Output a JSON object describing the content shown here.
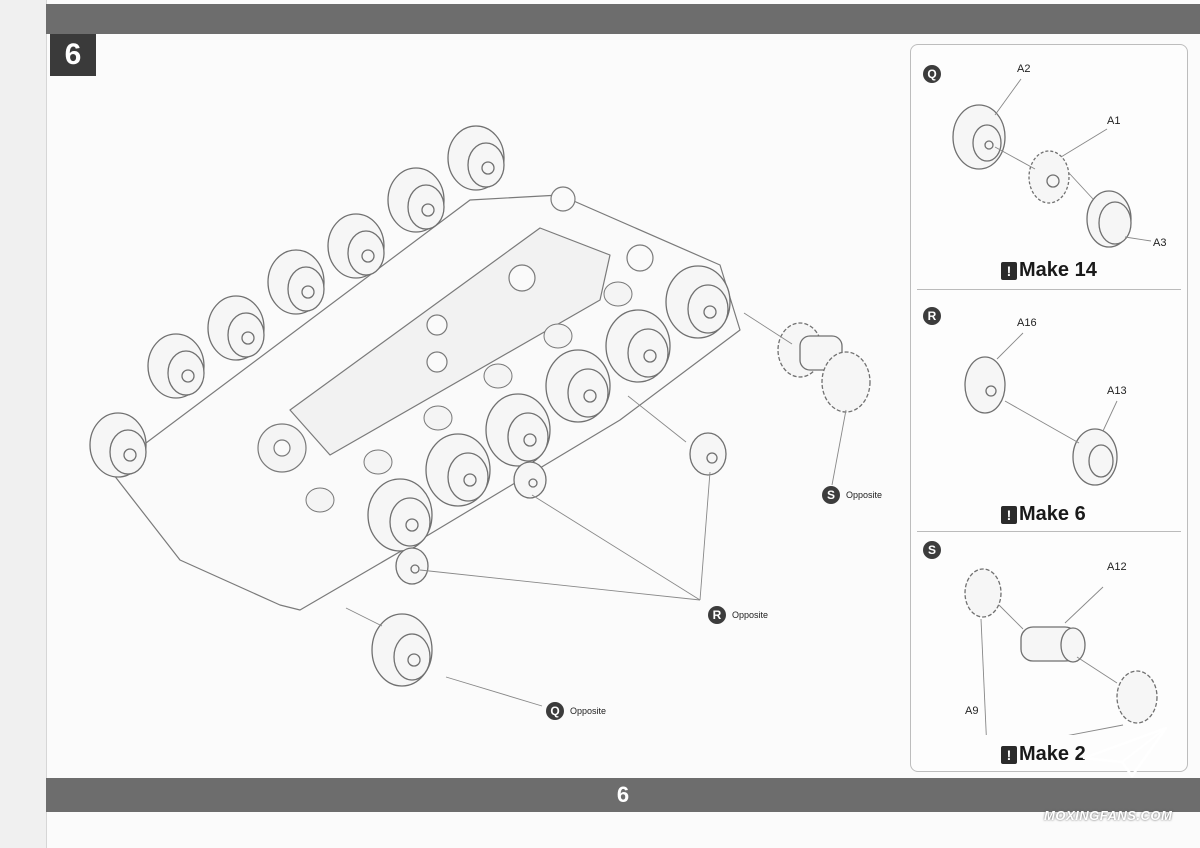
{
  "step": {
    "number": "6"
  },
  "footer": {
    "page_number": "6"
  },
  "main_callouts": [
    {
      "letter": "S",
      "text": "Opposite"
    },
    {
      "letter": "R",
      "text": "Opposite"
    },
    {
      "letter": "Q",
      "text": "Opposite"
    }
  ],
  "panels": [
    {
      "letter": "Q",
      "parts": [
        "A2",
        "A1",
        "A3"
      ],
      "make_label": "Make 14"
    },
    {
      "letter": "R",
      "parts": [
        "A16",
        "A13"
      ],
      "make_label": "Make 6"
    },
    {
      "letter": "S",
      "parts": [
        "A12",
        "A9"
      ],
      "make_label": "Make 2"
    }
  ],
  "watermark": {
    "text": "MOXINGFANS.COM"
  }
}
